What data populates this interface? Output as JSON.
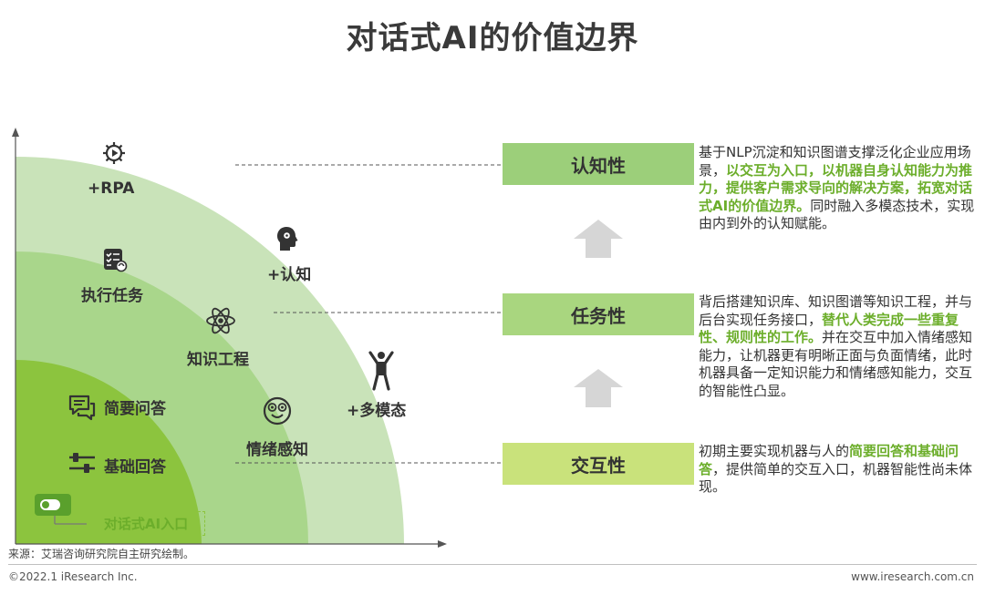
{
  "title": "对话式AI的价值边界",
  "diagram": {
    "layers": [
      {
        "name": "outer",
        "color": "#c9e3b9"
      },
      {
        "name": "middle",
        "color": "#a9d68b"
      },
      {
        "name": "inner",
        "color": "#8cc43e"
      }
    ],
    "items": {
      "rpa": {
        "label": "+RPA",
        "icon": "gear-icon"
      },
      "cognition": {
        "label": "+认知",
        "icon": "brain-head-icon"
      },
      "multimodal": {
        "label": "+多模态",
        "icon": "person-arms-up-icon"
      },
      "task": {
        "label": "执行任务",
        "icon": "checklist-icon"
      },
      "knowledge": {
        "label": "知识工程",
        "icon": "atom-icon"
      },
      "emotion": {
        "label": "情绪感知",
        "icon": "emoji-face-icon"
      },
      "qa": {
        "label": "简要问答",
        "icon": "chat-bubble-icon"
      },
      "basic": {
        "label": "基础回答",
        "icon": "sliders-icon"
      }
    },
    "entry": {
      "label": "对话式AI入口",
      "icon": "toggle-switch-icon"
    }
  },
  "levels": {
    "cognitive": {
      "tag": "认知性",
      "desc_pre": "基于NLP沉淀和知识图谱支撑泛化企业应用场景，",
      "desc_hl": "以交互为入口，以机器自身认知能力为推力，提供客户需求导向的解决方案，拓宽对话式AI的价值边界。",
      "desc_post": "同时融入多模态技术，实现由内到外的认知赋能。"
    },
    "task": {
      "tag": "任务性",
      "desc_pre": "背后搭建知识库、知识图谱等知识工程，并与后台实现任务接口，",
      "desc_hl": "替代人类完成一些重复性、规则性的工作。",
      "desc_post": "并在交互中加入情绪感知能力，让机器更有明晰正面与负面情绪，此时机器具备一定知识能力和情绪感知能力，交互的智能性凸显。"
    },
    "interaction": {
      "tag": "交互性",
      "desc_pre": "初期主要实现机器与人的",
      "desc_hl": "简要回答和基础问答",
      "desc_post": "，提供简单的交互入口，机器智能性尚未体现。"
    }
  },
  "footer": {
    "source": "来源：艾瑞咨询研究院自主研究绘制。",
    "copyright": "©2022.1 iResearch Inc.",
    "url": "www.iresearch.com.cn"
  }
}
